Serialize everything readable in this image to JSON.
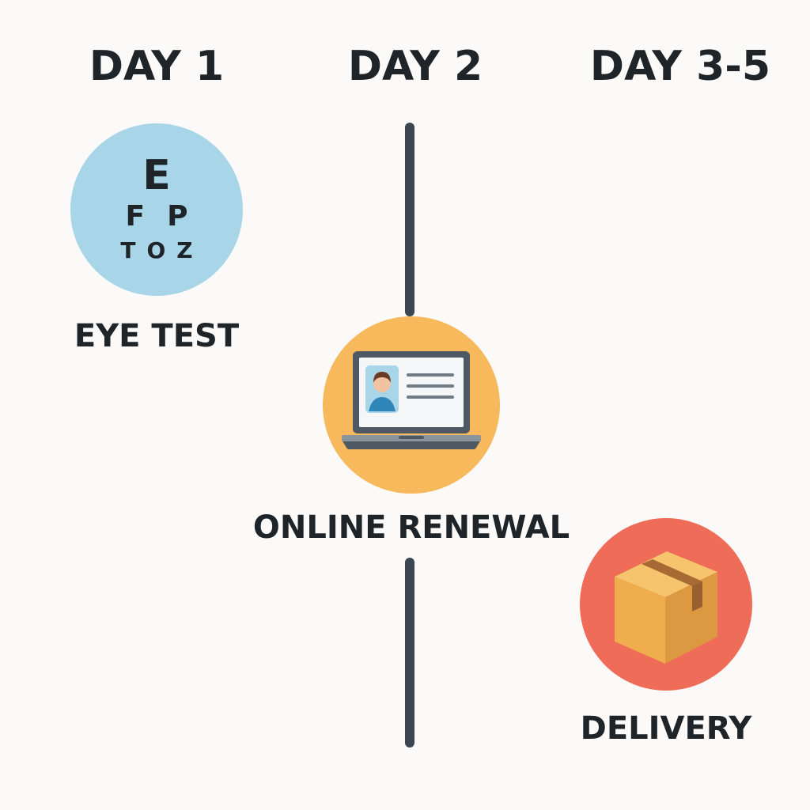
{
  "timeline": {
    "days": [
      {
        "label": "DAY 1"
      },
      {
        "label": "DAY 2"
      },
      {
        "label": "DAY 3-5"
      }
    ],
    "steps": [
      {
        "label": "EYE TEST",
        "icon": "eye-chart-icon",
        "color": "#a8d5e8",
        "chart_rows": [
          "E",
          "FP",
          "TOZ"
        ]
      },
      {
        "label": "ONLINE RENEWAL",
        "icon": "laptop-profile-icon",
        "color": "#f8b85c"
      },
      {
        "label": "DELIVERY",
        "icon": "package-box-icon",
        "color": "#ee6c58"
      }
    ],
    "line_color": "#3b4650",
    "text_color": "#1f2428"
  }
}
